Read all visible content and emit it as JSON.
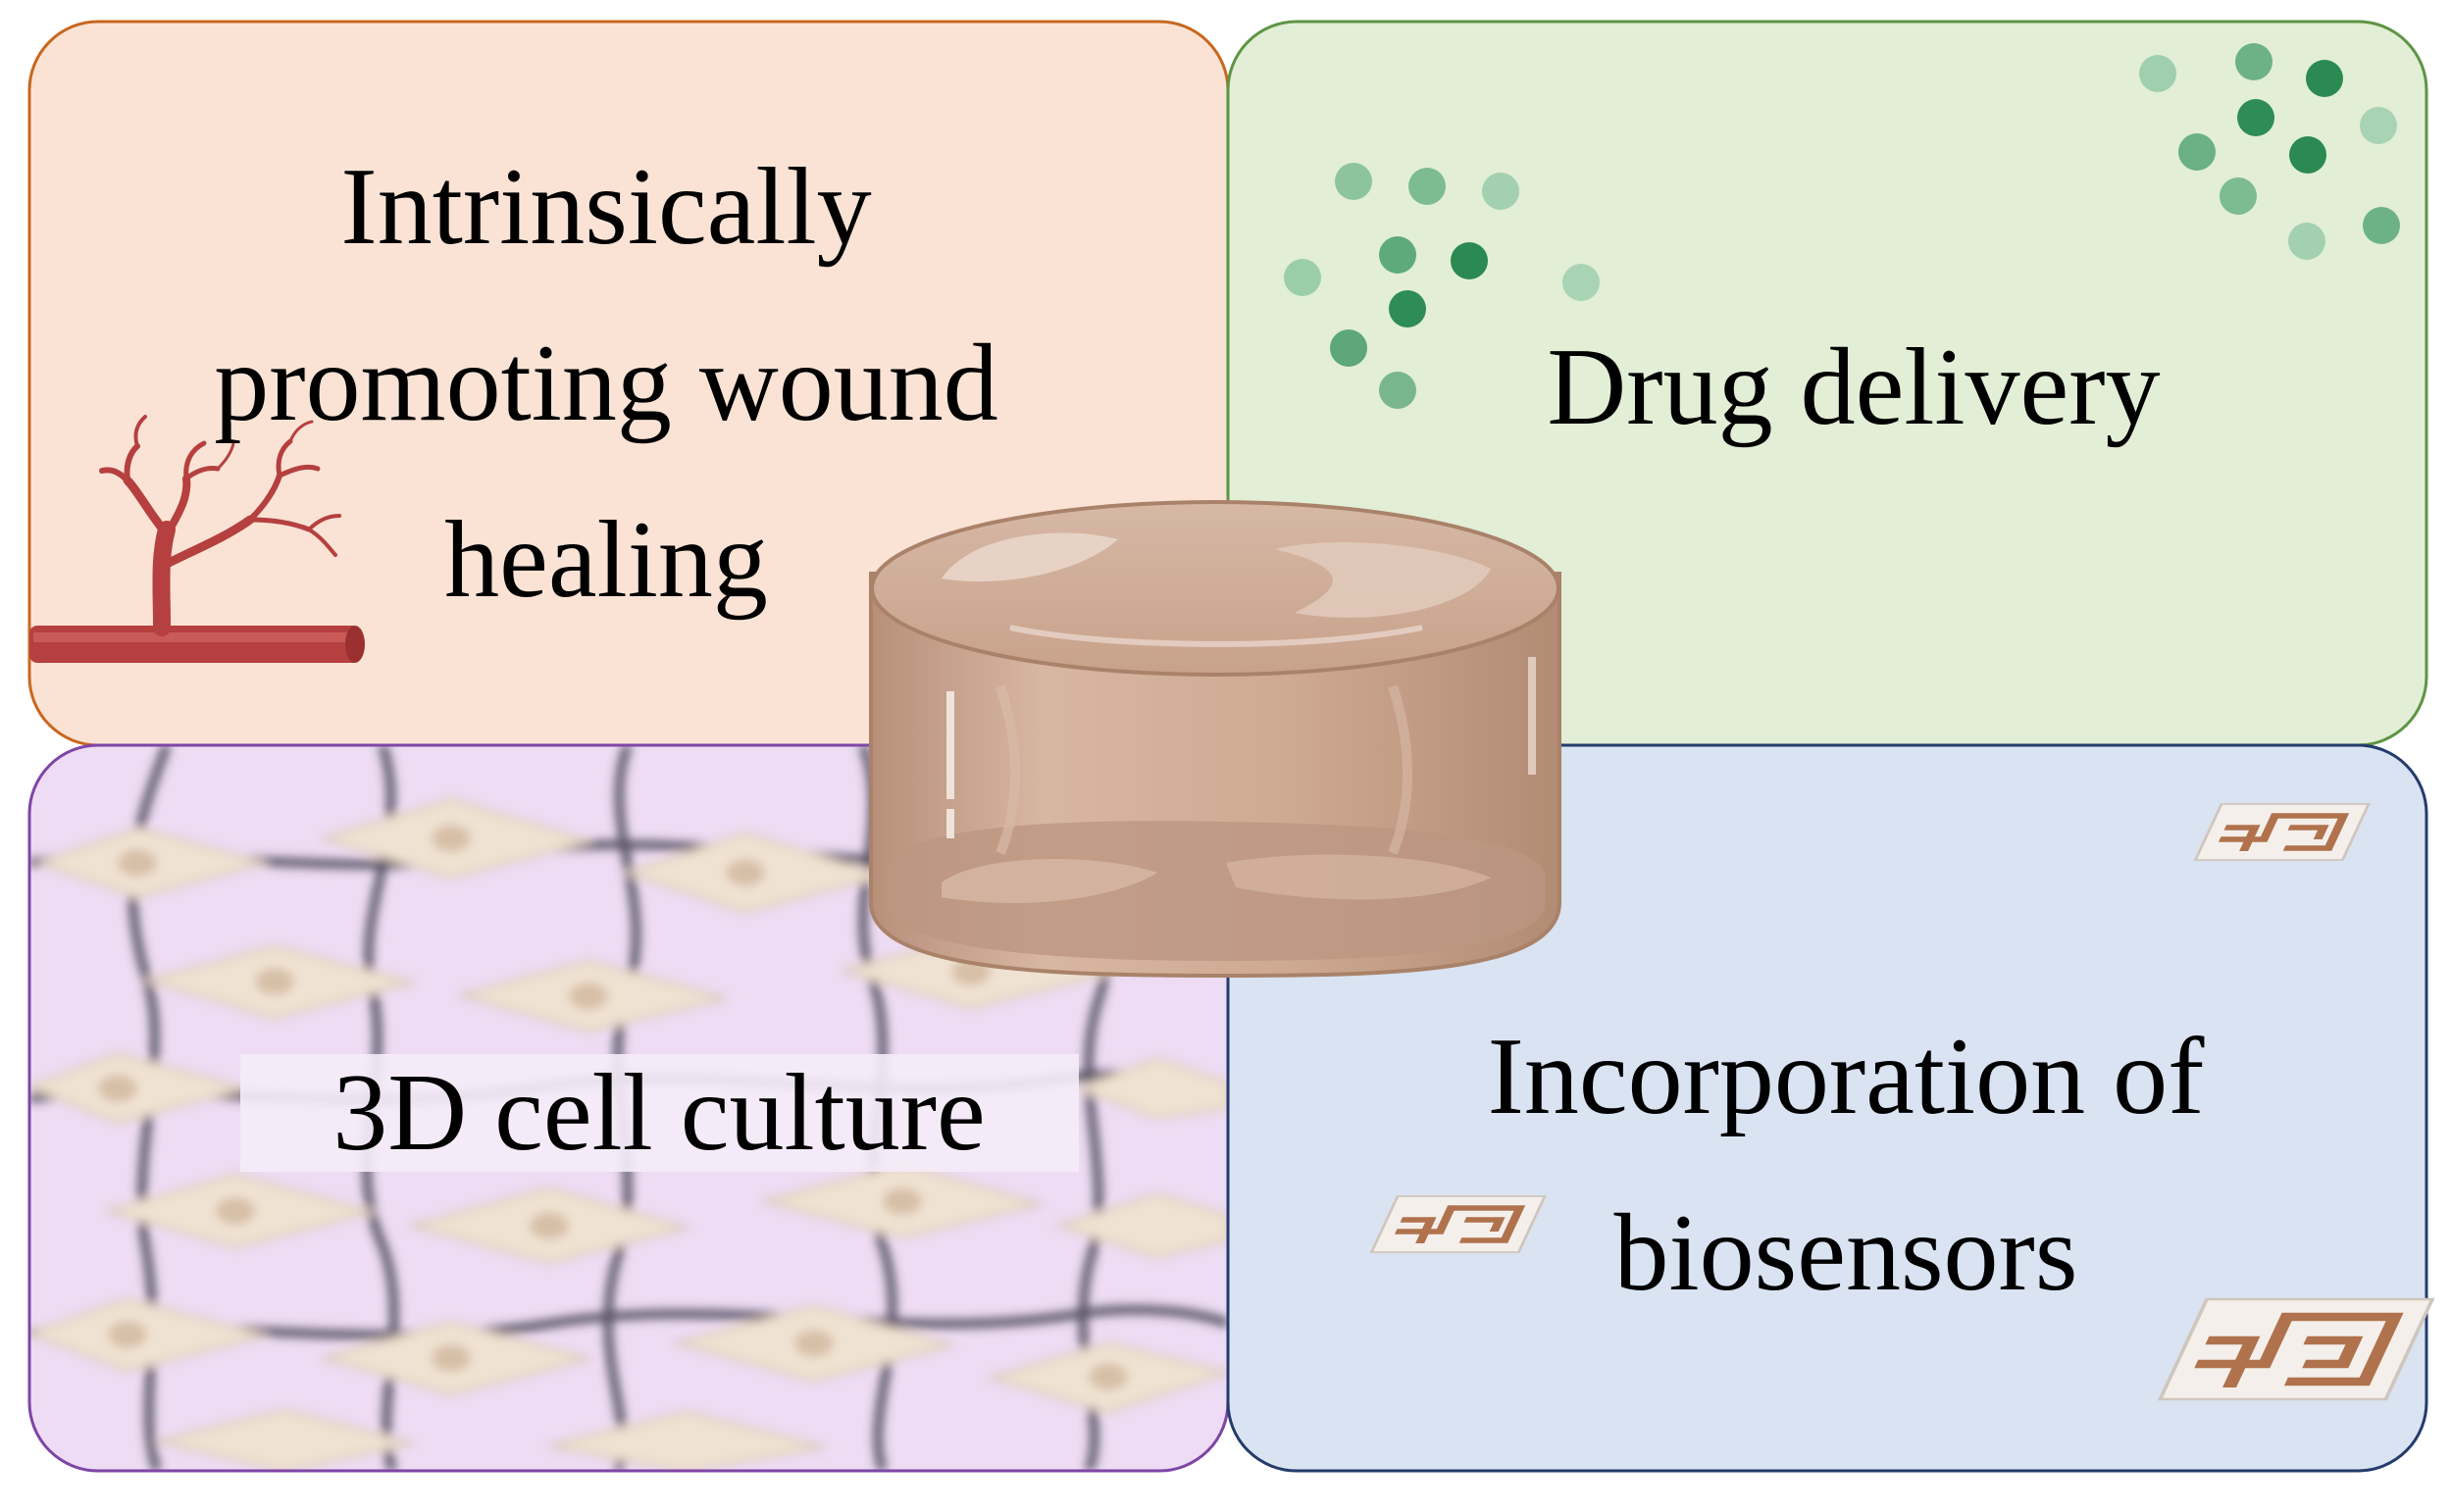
{
  "panels": {
    "wound": {
      "lines": [
        "Intrinsically",
        "promoting wound",
        "healing"
      ],
      "fill": "#FAE3D5",
      "border": "#C8671F",
      "icon": "blood-vessel-icon"
    },
    "drug": {
      "lines": [
        "Drug delivery"
      ],
      "fill": "#E2EED6",
      "border": "#5E9444",
      "icon": "drug-particles-icon"
    },
    "cell": {
      "lines": [
        "3D cell culture"
      ],
      "fill": "#EDDCF3",
      "border": "#7E45A6",
      "icon": "cells-network-icon"
    },
    "sensor": {
      "lines": [
        "Incorporation of",
        "biosensors"
      ],
      "fill": "#D9E3F2",
      "border": "#243B6B",
      "icon": "biosensor-chip-icon"
    }
  },
  "center": {
    "icon": "hydrogel-disc-icon",
    "color": "#C9A58D"
  }
}
